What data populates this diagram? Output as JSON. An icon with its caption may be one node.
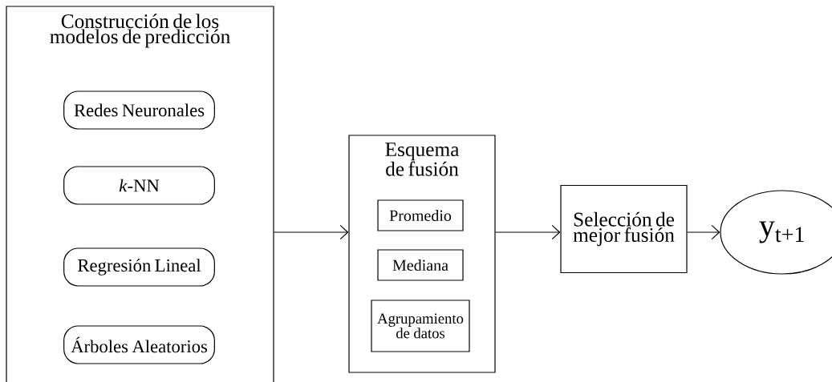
{
  "diagram": {
    "nodes": [
      {
        "text": [
          "Construcción de los modelos de predicción"
        ]
      },
      {
        "text": [
          "Redes Neuronales"
        ],
        "in": 0
      },
      {
        "text": [
          "*k*-NN"
        ],
        "in": 0
      },
      {
        "text": [
          "Regresión Lineal"
        ],
        "in": 0
      },
      {
        "text": [
          "Árboles Aleatorios"
        ],
        "in": 0
      },
      {
        "text": [
          "Esquema de fusión"
        ]
      },
      {
        "text": [
          "Promedio"
        ],
        "in": 5
      },
      {
        "text": [
          "Mediana"
        ],
        "in": 5
      },
      {
        "text": [
          "Agrupamiento de datos"
        ],
        "in": 5
      },
      {
        "text": [
          "Selección de mejor fusión"
        ]
      },
      {
        "text": [
          "y$_{t+1}$"
        ]
      }
    ],
    "edges": [
      {
        "from": 0,
        "to": 5,
        "arrow": "to"
      },
      {
        "from": 5,
        "to": 9,
        "arrow": "to"
      },
      {
        "from": 9,
        "to": 10,
        "arrow": "to"
      }
    ]
  }
}
